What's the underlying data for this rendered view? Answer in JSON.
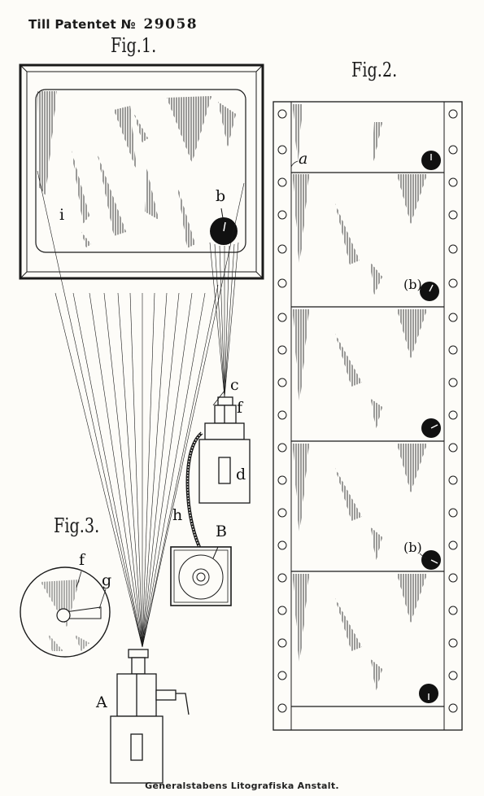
{
  "header": {
    "prefix": "Till Patentet",
    "number_mark": "№",
    "number": "29058"
  },
  "figures": {
    "fig1": "Fig.1.",
    "fig2": "Fig.2.",
    "fig3": "Fig.3."
  },
  "labels": {
    "a": "a",
    "b": "b",
    "b_paren1": "(b)",
    "b_paren2": "(b)",
    "i": "i",
    "c": "c",
    "f": "f",
    "d": "d",
    "h": "h",
    "B": "B",
    "f3": "f",
    "g": "g",
    "A": "A"
  },
  "footer": "Generalstabens Litografiska Anstalt."
}
